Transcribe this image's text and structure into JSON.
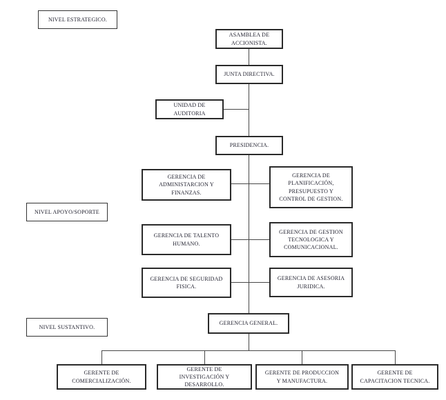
{
  "levels": {
    "estrategico": "NIVEL ESTRATEGICO.",
    "apoyo": "NIVEL APOYO/SOPORTE",
    "sustantivo": "NIVEL SUSTANTIVO."
  },
  "org": {
    "asamblea": "ASAMBLEA DE ACCIONISTA.",
    "junta": "JUNTA DIRECTIVA.",
    "auditoria": "UNIDAD DE AUDITORIA",
    "presidencia": "PRESIDENCIA.",
    "admin_finanzas": "GERENCIA DE ADMINISTARCION Y FINANZAS.",
    "planificacion": "GERENCIA DE PLANIFICACIÓN, PRESUPUESTO Y CONTROL DE GESTION.",
    "talento": "GERENCIA DE TALENTO HUMANO.",
    "gestion_tecnologica": "GERENCIA DE GESTION TECNOLOGICA Y COMUNICACIONAL.",
    "seguridad": "GERENCIA DE SEGURIDAD FISICA.",
    "asesoria": "GERENCIA DE ASESORIA JURIDICA.",
    "gerencia_general": "GERENCIA GENERAL.",
    "comercializacion": "GERENTE DE COMERCIALIZACIÓN.",
    "investigacion": "GERENTE DE INVESTIGACIÓN Y DESARROLLO.",
    "produccion": "GERENTE DE PRODUCCION Y MANUFACTURA.",
    "capacitacion": "GERENTE DE CAPACITACION TECNICA."
  },
  "colors": {
    "box_border": "#2a2a2a",
    "connector": "#474747",
    "text": "#1d1d2b",
    "background": "#ffffff"
  }
}
